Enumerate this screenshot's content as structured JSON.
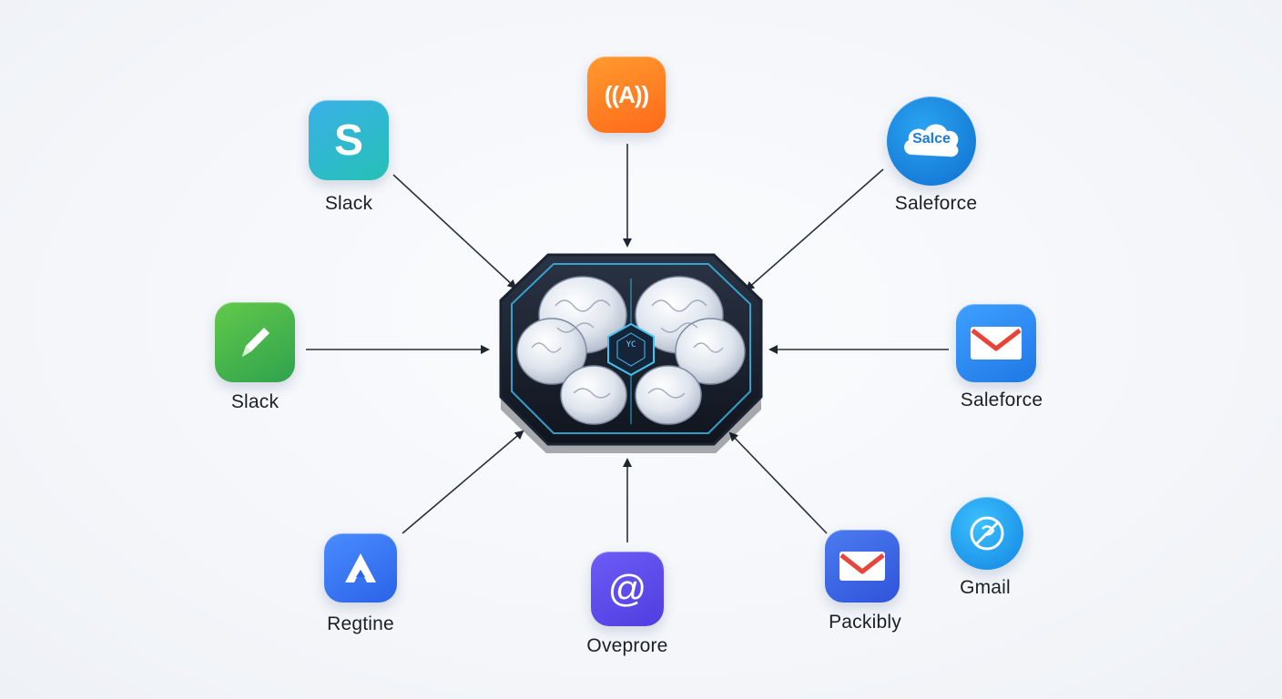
{
  "nodes": {
    "top": {
      "label": "",
      "icon": "radio-a-icon",
      "glyph": "((A))",
      "color": "#ff7a1f"
    },
    "top_left": {
      "label": "Slack",
      "icon": "dollar-s-icon",
      "glyph": "S",
      "color": "#2bb0c8"
    },
    "top_right": {
      "label": "Saleforce",
      "icon": "cloud-icon",
      "glyph": "Salce",
      "color": "#1a86e0"
    },
    "left": {
      "label": "Slack",
      "icon": "pencil-icon",
      "color": "#3fae4c"
    },
    "right": {
      "label": "Saleforce",
      "icon": "envelope-icon",
      "color": "#2f8ff0"
    },
    "bottom_left": {
      "label": "Regtine",
      "icon": "triangle-a-icon",
      "color": "#2f7ef2"
    },
    "bottom": {
      "label": "Oveprore",
      "icon": "at-sign-icon",
      "glyph": "@",
      "color": "#6a4cf0"
    },
    "bottom_right": {
      "label": "Packibly",
      "icon": "envelope-icon",
      "color": "#3a66e6"
    },
    "far_right": {
      "label": "Gmail",
      "icon": "compass-icon",
      "color": "#1aa0e8"
    }
  },
  "hub": {
    "icon": "brain-icon",
    "chip_text": "YC"
  }
}
